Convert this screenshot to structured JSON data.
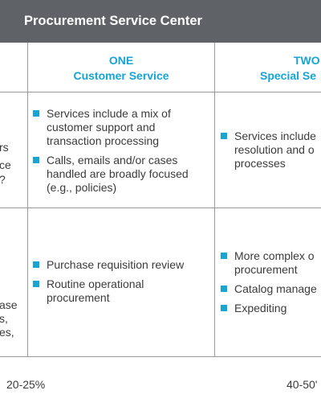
{
  "header": {
    "title": "Procurement Service Center"
  },
  "columns": [
    {
      "num": "ONE",
      "name": "Customer Service"
    },
    {
      "num": "TWO",
      "name": "Special Se"
    }
  ],
  "rows": [
    {
      "left_fragments": [
        "rs",
        "ce",
        "?"
      ],
      "col1": [
        [
          "Services include a mix of",
          "customer support and",
          "transaction processing"
        ],
        [
          "Calls, emails and/or cases",
          "handled are broadly focused",
          "(e.g., policies)"
        ]
      ],
      "col2": [
        [
          "Services include",
          "resolution and o",
          "processes"
        ]
      ]
    },
    {
      "left_fragments": [
        "ase",
        "s,",
        "es,"
      ],
      "col1": [
        [
          "Purchase requisition review"
        ],
        [
          "Routine operational",
          "procurement"
        ]
      ],
      "col2": [
        [
          "More complex o",
          "procurement"
        ],
        [
          "Catalog manage"
        ],
        [
          "Expediting"
        ]
      ]
    }
  ],
  "percent_row": {
    "col1": "20-25%",
    "col2": "40-50'"
  },
  "colors": {
    "header_bg": "#5f6368",
    "accent": "#16a4d4",
    "rule": "#9a9a9a"
  }
}
